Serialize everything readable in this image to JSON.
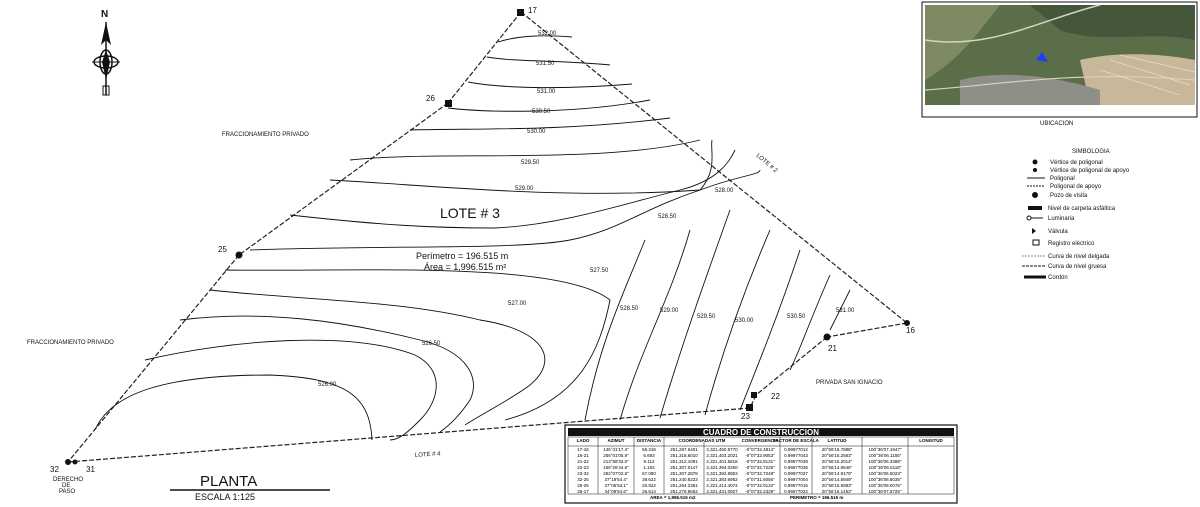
{
  "north": "N",
  "lote_title": "LOTE # 3",
  "perimetro": "Perímetro = 196.515 m",
  "area": "Área = 1,996.515 m²",
  "neighbors": {
    "fracc_top": "FRACCIONAMIENTO PRIVADO",
    "fracc_left": "FRACCIONAMIENTO PRIVADO",
    "lote2": "LOTE # 2",
    "lote4": "LOTE # 4",
    "privada": "PRIVADA SAN IGNACIO",
    "derecho": [
      "DERECHO",
      "DE",
      "PASO"
    ]
  },
  "vertices": {
    "v17": "17",
    "v26": "26",
    "v25": "25",
    "v16": "16",
    "v21": "21",
    "v22": "22",
    "v23": "23",
    "v32": "32",
    "v31": "31"
  },
  "contours": {
    "c1": "532.00",
    "c2": "531.50",
    "c3": "531.00",
    "c4": "530.50",
    "c5": "530.00",
    "c6": "529.50",
    "c7": "529.00",
    "c8": "528.50",
    "c9": "528.00",
    "c10": "527.50",
    "c11": "527.00",
    "c12": "526.50",
    "c13": "526.00",
    "c14": "528.50",
    "c15": "529.00",
    "c16": "529.50",
    "c17": "530.00",
    "c18": "530.50",
    "c19": "531.00"
  },
  "ubicacion": "UBICACION",
  "simbologia": {
    "title": "SIMBOLOGIA",
    "items": [
      "Vértice de poligonal",
      "Vértice de poligonal de apoyo",
      "Poligonal",
      "Poligonal de apoyo",
      "Pozo de visita",
      "Nivel de carpeta asfáltica",
      "Luminaria",
      "Válvula",
      "Registro eléctrico",
      "Curva de nivel delgada",
      "Curva de nivel gruesa",
      "Cordón"
    ]
  },
  "planta": "PLANTA",
  "escala": "ESCALA 1:125",
  "cuadro": {
    "title": "CUADRO DE CONSTRUCCION",
    "headers": [
      "LADO",
      "AZIMUT",
      "DISTANCIA",
      "COORDENADAS UTM",
      "CONVERGENCIA",
      "FACTOR DE ESCALA",
      "LATITUD",
      "LONGITUD"
    ],
    "rows": [
      [
        "17-16",
        "146°41'17.4\"",
        "56.316",
        "251,287.6401",
        "2,321,450.5770",
        "-0°07'32.4814\"",
        "0.99977012",
        "20°56'16.7888\"",
        "100°36'07.1947\""
      ],
      [
        "16-21",
        "256°01'05.9\"",
        "6.693",
        "251,318.6010",
        "2,321,403.2021",
        "-0°07'32.9053\"",
        "0.99977043",
        "20°56'15.2583\"",
        "100°36'06.1155\""
      ],
      [
        "21-22",
        "213°58'32.0\"",
        "9.112",
        "251,312.1091",
        "2,321,401.5818",
        "-0°07'32.8131\"",
        "0.99977039",
        "20°56'15.2014\"",
        "100°36'06.3388\""
      ],
      [
        "22-23",
        "166°26'44.6\"",
        "1.163",
        "251,307.0147",
        "2,321,394.0260",
        "-0°07'32.7226\"",
        "0.99977036",
        "20°56'14.9546\"",
        "100°36'06.5118\""
      ],
      [
        "23-32",
        "262°07'02.6\"",
        "67.080",
        "251,307.2878",
        "2,321,392.8953",
        "-0°07'32.7248\"",
        "0.99977037",
        "20°56'14.9179\"",
        "100°36'06.5023\""
      ],
      [
        "32-25",
        "37°18'54.4\"",
        "38.622",
        "251,240.8223",
        "2,321,383.6952",
        "-0°07'31.6056\"",
        "0.99977004",
        "20°56'14.5949\"",
        "100°36'08.8035\""
      ],
      [
        "25-26",
        "37°06'53.1\"",
        "20.922",
        "251,264.2361",
        "2,321,414.4074",
        "-0°07'32.0134\"",
        "0.99977016",
        "20°56'15.5993\"",
        "100°36'08.0076\""
      ],
      [
        "26-17",
        "34°09'54.6\"",
        "26.614",
        "251,276.8662",
        "2,321,431.0927",
        "-0°07'32.2328\"",
        "0.99977022",
        "20°56'16.1452\"",
        "100°36'07.5725\""
      ]
    ],
    "area_label": "AREA = 1,996.515 m2",
    "perimetro_label": "PERIMETRO = 196.515 m"
  }
}
